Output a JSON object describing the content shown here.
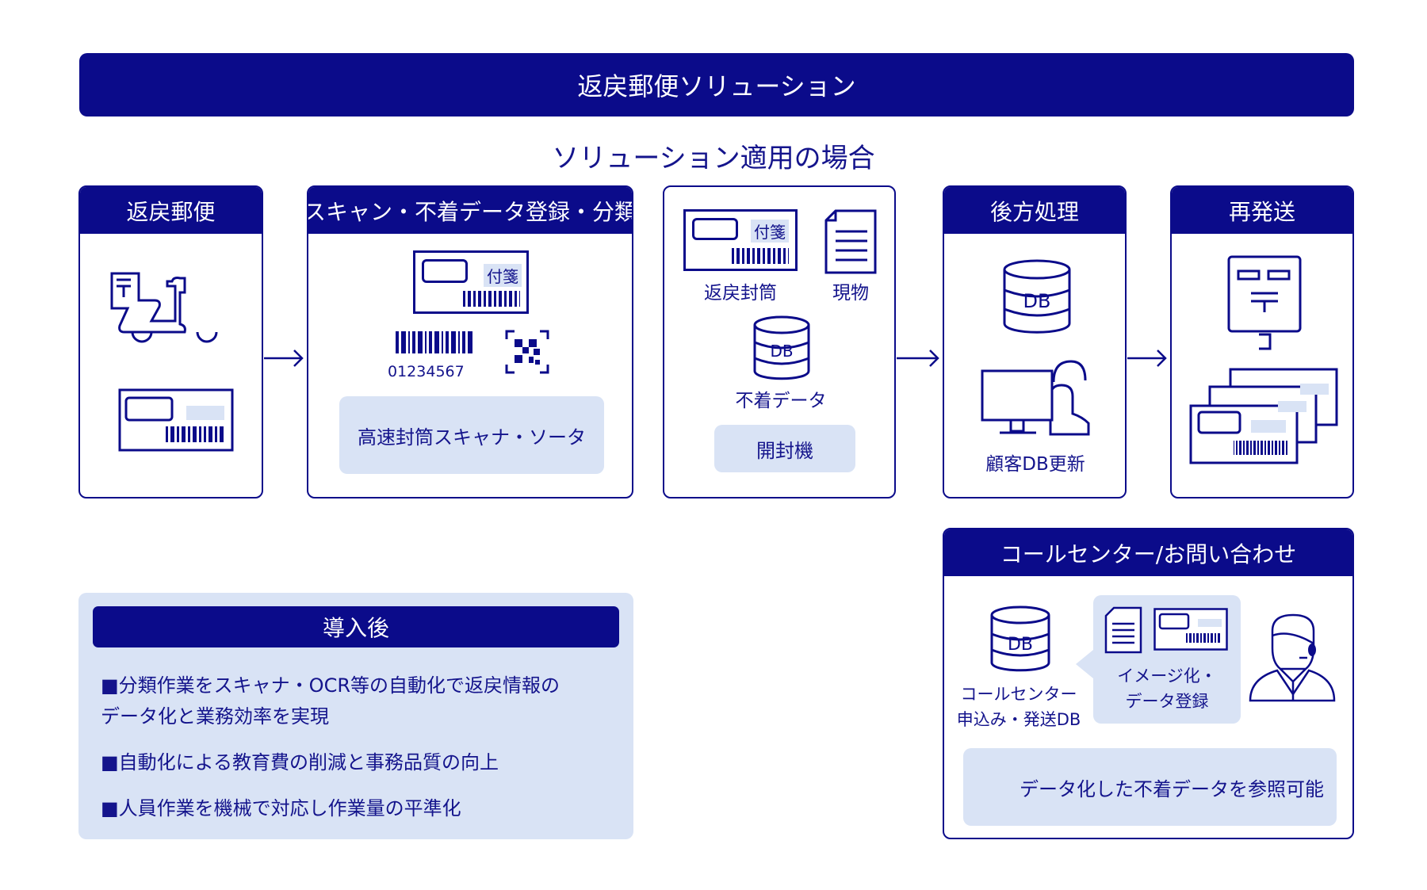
{
  "banner": "返戻郵便ソリューション",
  "subtitle": "ソリューション適用の場合",
  "steps": [
    {
      "title": "返戻郵便"
    },
    {
      "title": "スキャン・不着データ登録・分類",
      "tag": "付箋",
      "barcode_number": "01234567",
      "machine": "高速封筒スキャナ・ソータ"
    },
    {
      "tag": "付箋",
      "envelope_label": "返戻封筒",
      "item_label": "現物",
      "db": "DB",
      "db_label": "不着データ",
      "machine": "開封機"
    },
    {
      "title": "後方処理",
      "db": "DB",
      "label": "顧客DB更新"
    },
    {
      "title": "再発送"
    }
  ],
  "callcenter": {
    "title": "コールセンター/お問い合わせ",
    "db": "DB",
    "db_label_1": "コールセンター",
    "db_label_2": "申込み・発送DB",
    "bubble_1": "イメージ化・",
    "bubble_2": "データ登録",
    "result": "データ化した不着データを参照可能"
  },
  "after": {
    "title": "導入後",
    "bullets": [
      "■分類作業をスキャナ・OCR等の自動化で返戻情報の",
      "データ化と業務効率を実現",
      "■自動化による教育費の削減と事務品質の向上",
      "■人員作業を機械で対応し作業量の平準化"
    ]
  },
  "colors": {
    "navy": "#0b0b8a",
    "light": "#d9e3f5"
  }
}
